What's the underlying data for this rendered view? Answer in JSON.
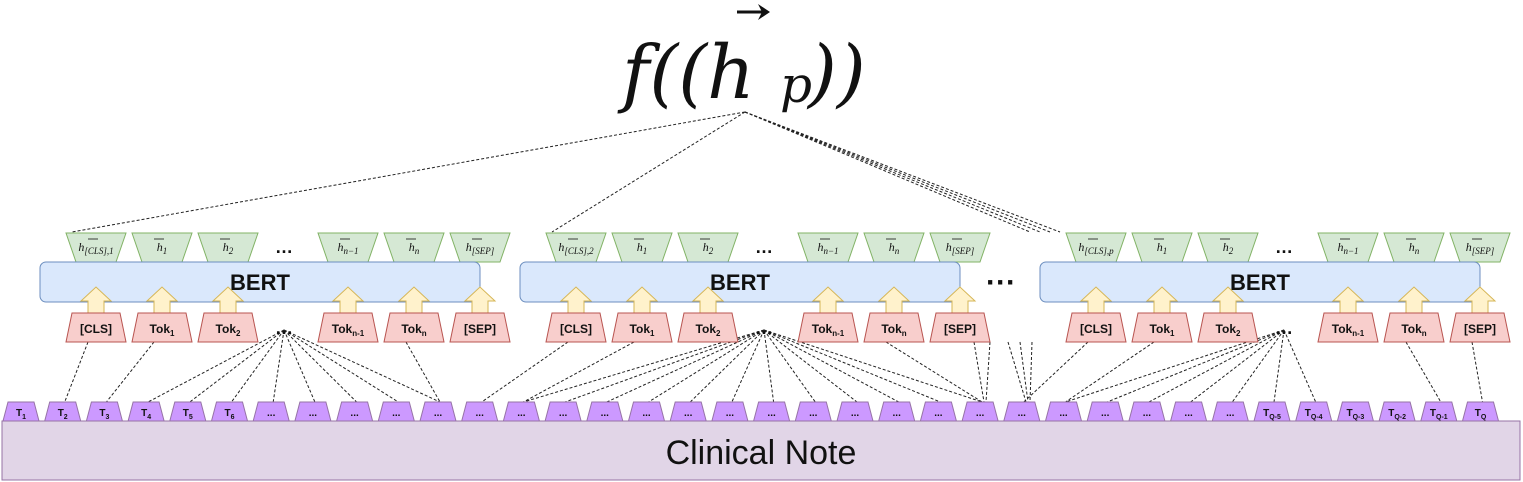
{
  "formula": {
    "text": "f((h",
    "subscript": "p",
    "close": "))"
  },
  "ellipsis": "…",
  "big_ellipsis": "···",
  "note_label": "Clinical Note",
  "blocks": [
    {
      "model_label": "BERT",
      "inputs": [
        {
          "main": "[CLS]",
          "sub": ""
        },
        {
          "main": "Tok",
          "sub": "1"
        },
        {
          "main": "Tok",
          "sub": "2"
        },
        {
          "main": "…",
          "sub": ""
        },
        {
          "main": "Tok",
          "sub": "n-1"
        },
        {
          "main": "Tok",
          "sub": "n"
        },
        {
          "main": "[SEP]",
          "sub": ""
        }
      ],
      "outputs": [
        {
          "main": "h",
          "sub": "[CLS],1"
        },
        {
          "main": "h",
          "sub": "1"
        },
        {
          "main": "h",
          "sub": "2"
        },
        {
          "main": "…",
          "sub": ""
        },
        {
          "main": "h",
          "sub": "n−1"
        },
        {
          "main": "h",
          "sub": "n"
        },
        {
          "main": "h",
          "sub": "[SEP]"
        }
      ]
    },
    {
      "model_label": "BERT",
      "inputs": [
        {
          "main": "[CLS]",
          "sub": ""
        },
        {
          "main": "Tok",
          "sub": "1"
        },
        {
          "main": "Tok",
          "sub": "2"
        },
        {
          "main": "…",
          "sub": ""
        },
        {
          "main": "Tok",
          "sub": "n-1"
        },
        {
          "main": "Tok",
          "sub": "n"
        },
        {
          "main": "[SEP]",
          "sub": ""
        }
      ],
      "outputs": [
        {
          "main": "h",
          "sub": "[CLS],2"
        },
        {
          "main": "h",
          "sub": "1"
        },
        {
          "main": "h",
          "sub": "2"
        },
        {
          "main": "…",
          "sub": ""
        },
        {
          "main": "h",
          "sub": "n−1"
        },
        {
          "main": "h",
          "sub": "n"
        },
        {
          "main": "h",
          "sub": "[SEP]"
        }
      ]
    },
    {
      "model_label": "BERT",
      "inputs": [
        {
          "main": "[CLS]",
          "sub": ""
        },
        {
          "main": "Tok",
          "sub": "1"
        },
        {
          "main": "Tok",
          "sub": "2"
        },
        {
          "main": "…",
          "sub": ""
        },
        {
          "main": "Tok",
          "sub": "n-1"
        },
        {
          "main": "Tok",
          "sub": "n"
        },
        {
          "main": "[SEP]",
          "sub": ""
        }
      ],
      "outputs": [
        {
          "main": "h",
          "sub": "[CLS],p"
        },
        {
          "main": "h",
          "sub": "1"
        },
        {
          "main": "h",
          "sub": "2"
        },
        {
          "main": "…",
          "sub": ""
        },
        {
          "main": "h",
          "sub": "n−1"
        },
        {
          "main": "h",
          "sub": "n"
        },
        {
          "main": "h",
          "sub": "[SEP]"
        }
      ]
    }
  ],
  "note_tokens": [
    {
      "main": "T",
      "sub": "1"
    },
    {
      "main": "T",
      "sub": "2"
    },
    {
      "main": "T",
      "sub": "3"
    },
    {
      "main": "T",
      "sub": "4"
    },
    {
      "main": "T",
      "sub": "5"
    },
    {
      "main": "T",
      "sub": "6"
    },
    {
      "main": "...",
      "sub": ""
    },
    {
      "main": "...",
      "sub": ""
    },
    {
      "main": "...",
      "sub": ""
    },
    {
      "main": "...",
      "sub": ""
    },
    {
      "main": "...",
      "sub": ""
    },
    {
      "main": "...",
      "sub": ""
    },
    {
      "main": "...",
      "sub": ""
    },
    {
      "main": "...",
      "sub": ""
    },
    {
      "main": "...",
      "sub": ""
    },
    {
      "main": "...",
      "sub": ""
    },
    {
      "main": "...",
      "sub": ""
    },
    {
      "main": "...",
      "sub": ""
    },
    {
      "main": "...",
      "sub": ""
    },
    {
      "main": "...",
      "sub": ""
    },
    {
      "main": "...",
      "sub": ""
    },
    {
      "main": "...",
      "sub": ""
    },
    {
      "main": "...",
      "sub": ""
    },
    {
      "main": "...",
      "sub": ""
    },
    {
      "main": "...",
      "sub": ""
    },
    {
      "main": "...",
      "sub": ""
    },
    {
      "main": "...",
      "sub": ""
    },
    {
      "main": "...",
      "sub": ""
    },
    {
      "main": "...",
      "sub": ""
    },
    {
      "main": "...",
      "sub": ""
    },
    {
      "main": "T",
      "sub": "Q-5"
    },
    {
      "main": "T",
      "sub": "Q-4"
    },
    {
      "main": "T",
      "sub": "Q-3"
    },
    {
      "main": "T",
      "sub": "Q-2"
    },
    {
      "main": "T",
      "sub": "Q-1"
    },
    {
      "main": "T",
      "sub": "Q"
    }
  ],
  "colors": {
    "bert_fill": "#dae8fc",
    "bert_stroke": "#6c8ebf",
    "input_fill": "#f8cecc",
    "input_stroke": "#b85450",
    "output_fill": "#d5e8d4",
    "output_stroke": "#82b366",
    "arrow_fill": "#fff2cc",
    "arrow_stroke": "#d6b656",
    "token_fill": "#cc99ff",
    "token_stroke": "#9673a6",
    "note_fill": "#e1d5e7",
    "note_stroke": "#9673a6"
  }
}
